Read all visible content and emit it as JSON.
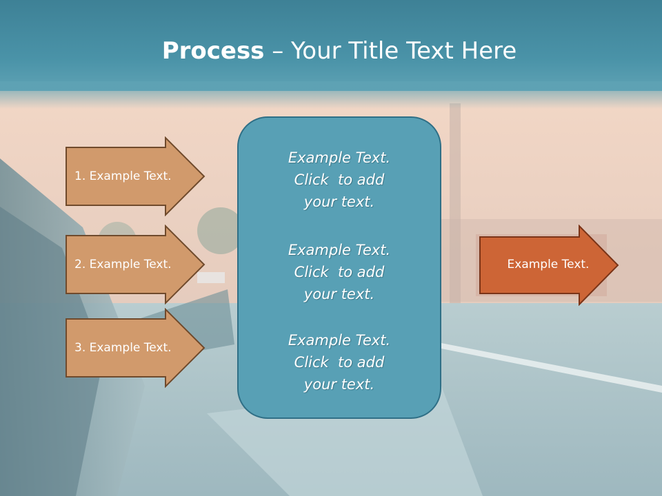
{
  "slide": {
    "title_bold": "Process",
    "title_rest": " – Your Title Text Here"
  },
  "steps": [
    {
      "label": "1. Example Text."
    },
    {
      "label": "2. Example Text."
    },
    {
      "label": "3. Example Text."
    }
  ],
  "center": {
    "blocks": [
      {
        "line1": "Example Text.",
        "line2": "Click  to add",
        "line3": "your text."
      },
      {
        "line1": "Example Text.",
        "line2": "Click  to add",
        "line3": "your text."
      },
      {
        "line1": "Example Text.",
        "line2": "Click  to add",
        "line3": "your text."
      }
    ]
  },
  "result": {
    "label": "Example Text."
  },
  "colors": {
    "header": "#4a93a8",
    "step_arrow": "#d19a6c",
    "step_border": "#6f4a2c",
    "center_box": "#58a0b5",
    "result_arrow": "#cd6536"
  }
}
